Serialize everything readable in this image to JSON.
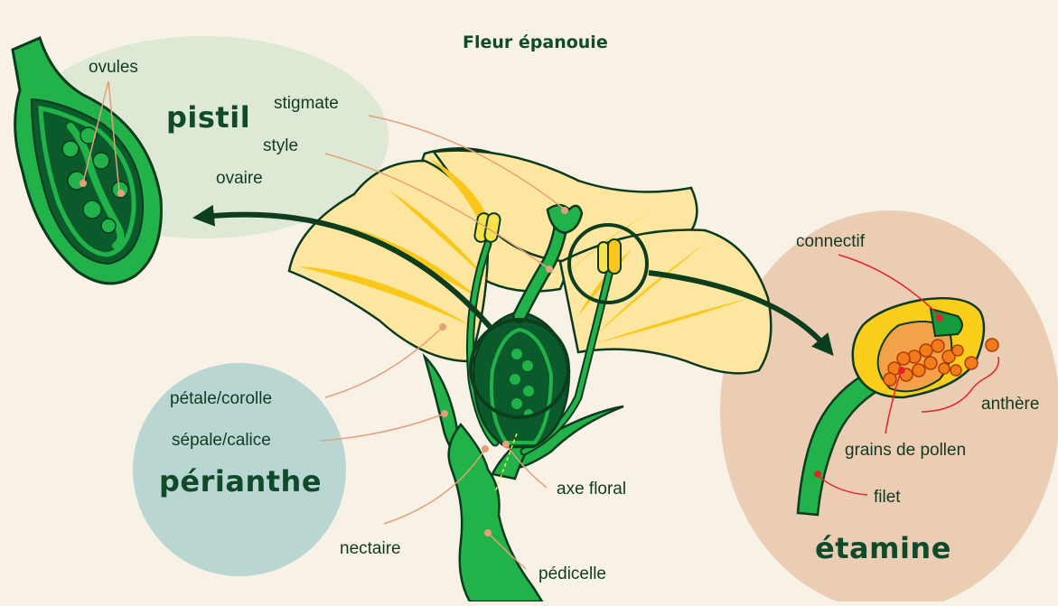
{
  "title": "Fleur épanouie",
  "groups": {
    "pistil": "pistil",
    "perianthe": "périanthe",
    "etamine": "étamine"
  },
  "labels": {
    "ovules": "ovules",
    "stigmate": "stigmate",
    "style": "style",
    "ovaire": "ovaire",
    "petale": "pétale/corolle",
    "sepale": "sépale/calice",
    "nectaire": "nectaire",
    "axe": "axe floral",
    "pedicelle": "pédicelle",
    "connectif": "connectif",
    "anthere": "anthère",
    "pollen": "grains de pollen",
    "filet": "filet"
  },
  "colors": {
    "background": "#f7f1e6",
    "pistil_bubble": "#dde9d4",
    "perianthe_bubble": "#b9d6d2",
    "etamine_bubble": "#ebcdb3",
    "petal": "#fde7a0",
    "petal_streak": "#f9c81a",
    "green_light": "#22b24a",
    "green_mid": "#159a3c",
    "green_dark": "#0a5a2c",
    "pollen": "#f07c1a",
    "leader_line": "#e3a07a",
    "title_text": "#0f4a2a"
  }
}
